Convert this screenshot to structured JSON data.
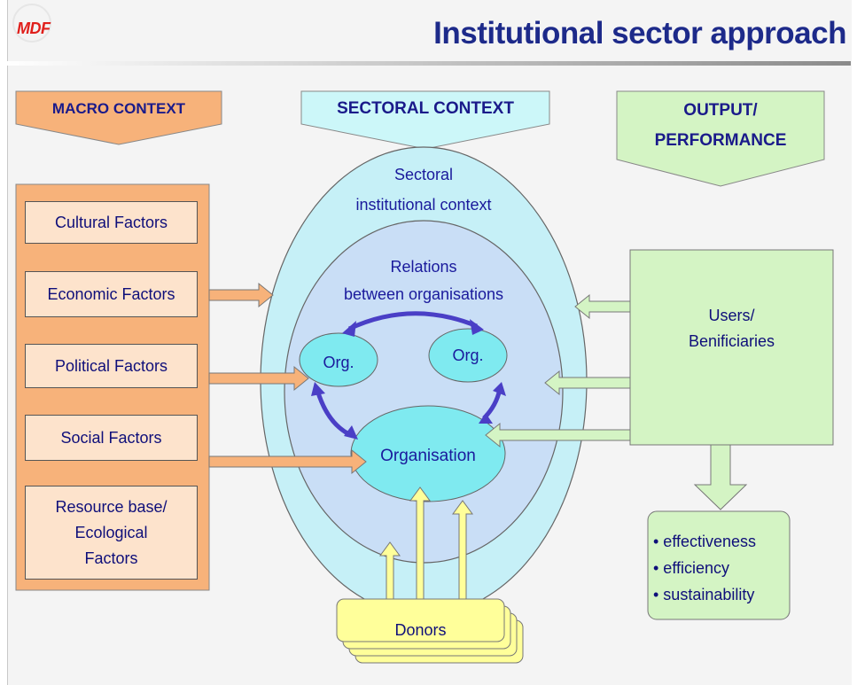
{
  "header": {
    "logo_text": "MDF",
    "title": "Institutional sector approach"
  },
  "columns": {
    "macro_title": "MACRO CONTEXT",
    "sectoral_title": "SECTORAL CONTEXT",
    "output_title_line1": "OUTPUT/",
    "output_title_line2": "PERFORMANCE"
  },
  "macro_factors": [
    "Cultural Factors",
    "Economic Factors",
    "Political Factors",
    "Social Factors",
    "Resource base/",
    "Ecological",
    "Factors"
  ],
  "sectoral": {
    "outer_label_line1": "Sectoral",
    "outer_label_line2": "institutional context",
    "inner_label_line1": "Relations",
    "inner_label_line2": "between organisations",
    "org_left": "Org.",
    "org_right": "Org.",
    "organisation": "Organisation"
  },
  "users": {
    "line1": "Users/",
    "line2": "Benificiaries"
  },
  "performance_list": [
    "• effectiveness",
    "• efficiency",
    "• sustainability"
  ],
  "donors": "Donors",
  "colors": {
    "title": "#1d2a8a",
    "logo": "#e0201c",
    "macro_fill": "#f7b27a",
    "factor_fill": "#fde3cc",
    "sectoral_header_fill": "#ccf7f9",
    "outer_ellipse": "#c6f0f7",
    "inner_ellipse": "#c9def6",
    "org_fill": "#7feaf0",
    "output_fill": "#d4f4c4",
    "donor_fill": "#ffff9a",
    "relation_arrow": "#4a3fc6"
  }
}
